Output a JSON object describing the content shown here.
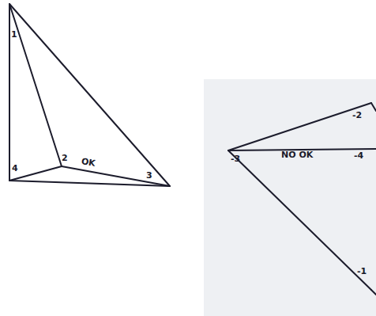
{
  "diagram": {
    "labels": [
      "1",
      "4",
      "2",
      "OK",
      "3",
      "-2",
      "-3",
      "NO OK",
      "-4",
      "-1"
    ]
  }
}
